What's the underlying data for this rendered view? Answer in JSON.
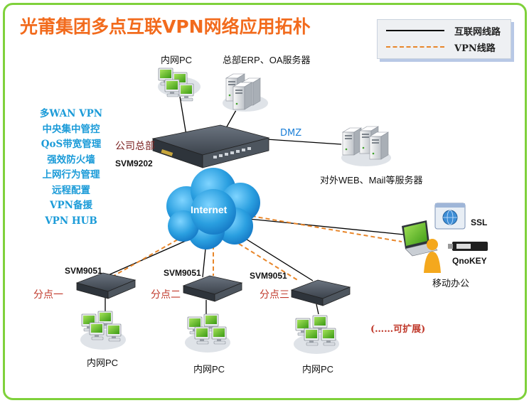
{
  "title": "光莆集团多点互联VPN网络应用拓朴",
  "legend": [
    {
      "label": "互联网线路",
      "style": "solid",
      "color": "#000000"
    },
    {
      "label": "VPN线路",
      "style": "dashed",
      "color": "#e8862a"
    }
  ],
  "features": [
    "多WAN VPN",
    "中央集中管控",
    "QoS带宽管理",
    "强效防火墙",
    "上网行为管理",
    "远程配置",
    "VPN备援",
    "VPN HUB"
  ],
  "hq": {
    "name": "公司总部",
    "model": "SVM9202",
    "lan_label": "内网PC",
    "servers_label": "总部ERP、OA服务器",
    "dmz_label": "DMZ",
    "dmz_servers_label": "对外WEB、Mail等服务器"
  },
  "internet_label": "Internet",
  "branches": [
    {
      "name": "分点一",
      "model": "SVM9051",
      "lan_label": "内网PC"
    },
    {
      "name": "分点二",
      "model": "SVM9051",
      "lan_label": "内网PC"
    },
    {
      "name": "分点三",
      "model": "SVM9051",
      "lan_label": "内网PC"
    }
  ],
  "mobile": {
    "label": "移动办公",
    "ssl_label": "SSL",
    "key_label": "QnoKEY"
  },
  "expandable_note": "(……可扩展)",
  "colors": {
    "frame": "#7fd13b",
    "title": "#f26b1d",
    "features": "#1b9bd8",
    "vpn": "#e8862a",
    "cloud": "#2a9fe0",
    "pc_screen": "#4caf1a"
  }
}
